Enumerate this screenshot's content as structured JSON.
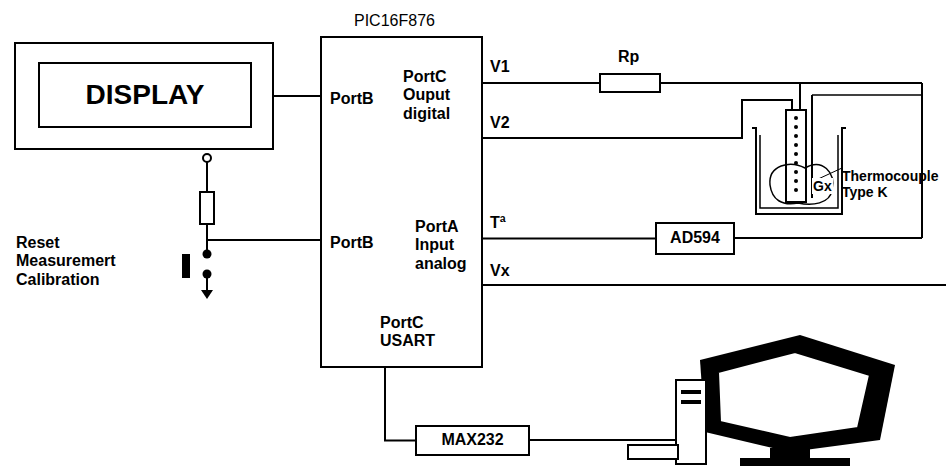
{
  "diagram": {
    "nodes": [
      {
        "text": [
          "DISPLAY"
        ]
      },
      {
        "text": [
          "PIC16F876",
          "PortB",
          "PortC Ouput digital",
          "PortB",
          "PortA Input analog",
          "PortC USART"
        ]
      },
      {
        "text": [
          "AD594"
        ]
      },
      {
        "text": [
          "MAX232"
        ]
      }
    ],
    "edges": [
      {
        "from": 0,
        "to": 1,
        "arrow": "none"
      },
      {
        "from": 2,
        "to": 1,
        "arrow": "none"
      },
      {
        "from": 1,
        "to": 3,
        "arrow": "none"
      }
    ],
    "labels": [
      "V1",
      "V2",
      "Tª",
      "Vx",
      "Rp",
      "Thermocouple Type K",
      "Gx",
      "Reset Measuremert Calibration"
    ]
  }
}
